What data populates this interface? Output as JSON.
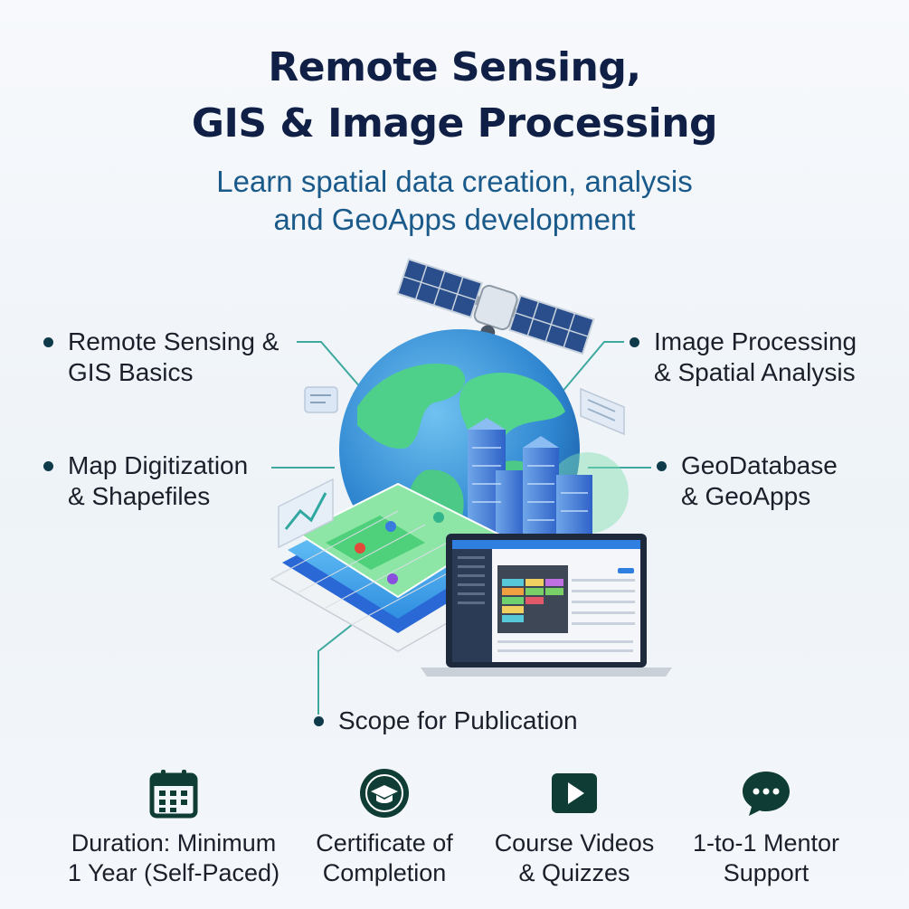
{
  "header": {
    "title_line1": "Remote Sensing,",
    "title_line2": "GIS & Image Processing",
    "subtitle_line1": "Learn spatial data creation, analysis",
    "subtitle_line2": "and GeoApps development"
  },
  "features": {
    "rs_gis": {
      "line1": "Remote Sensing &",
      "line2": "GIS Basics"
    },
    "map_digitization": {
      "line1": "Map Digitization",
      "line2": "& Shapefiles"
    },
    "image_processing": {
      "line1": "Image Processing",
      "line2": "& Spatial Analysis"
    },
    "geodatabase": {
      "line1": "GeoDatabase",
      "line2": "& GeoApps"
    },
    "publication": {
      "line1": "Scope for Publication"
    }
  },
  "bottom": {
    "duration": {
      "line1": "Duration: Minimum",
      "line2": "1 Year (Self-Paced)",
      "icon": "calendar-icon"
    },
    "certificate": {
      "line1": "Certificate of",
      "line2": "Completion",
      "icon": "graduation-cap-icon"
    },
    "videos": {
      "line1": "Course Videos",
      "line2": "& Quizzes",
      "icon": "play-icon"
    },
    "mentor": {
      "line1": "1-to-1 Mentor",
      "line2": "Support",
      "icon": "chat-bubble-icon"
    }
  },
  "colors": {
    "title": "#0f1f45",
    "subtitle": "#1a5a8a",
    "icon_dark_green": "#0f3d35",
    "connector": "#3fa9a0"
  }
}
